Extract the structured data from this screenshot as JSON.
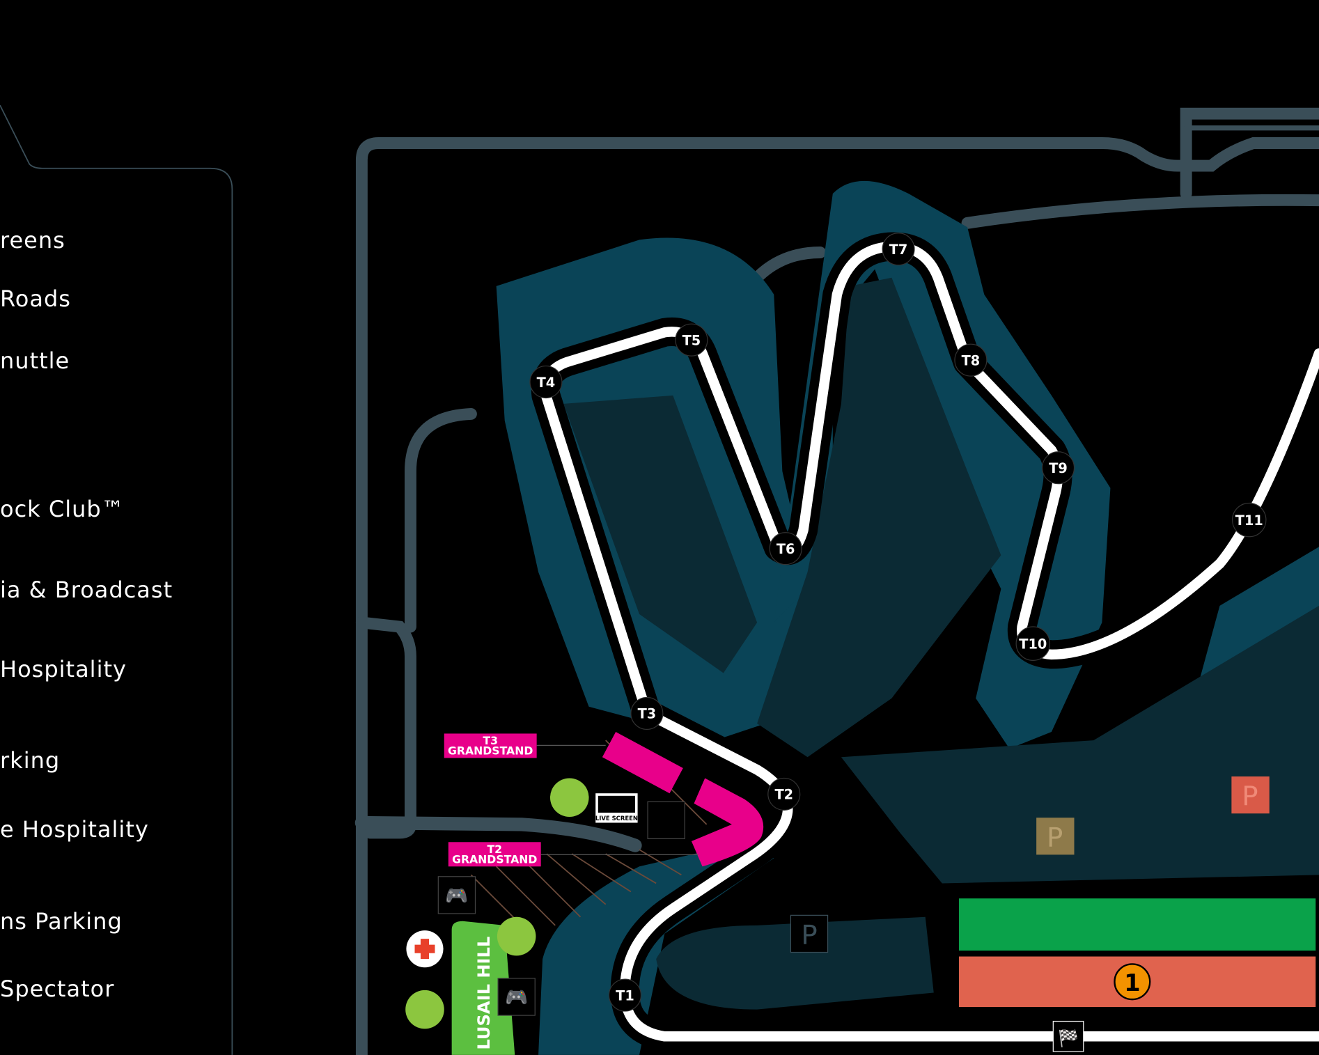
{
  "legend": {
    "items": [
      {
        "label": "reens"
      },
      {
        "label": "Roads"
      },
      {
        "label": "nuttle"
      },
      {
        "label": "ock Club™"
      },
      {
        "label": "ia & Broadcast"
      },
      {
        "label": "Hospitality"
      },
      {
        "label": "rking"
      },
      {
        "label": "e Hospitality"
      },
      {
        "label": "ns Parking"
      },
      {
        "label": "Spectator"
      }
    ]
  },
  "map": {
    "turns": [
      "T1",
      "T2",
      "T3",
      "T4",
      "T5",
      "T6",
      "T7",
      "T8",
      "T9",
      "T10",
      "T11"
    ],
    "grandstands": [
      {
        "line1": "T3",
        "line2": "GRANDSTAND"
      },
      {
        "line1": "T2",
        "line2": "GRANDSTAND"
      }
    ],
    "live_screen": "LIVE SCREEN",
    "hill": "LUSAIL HILL",
    "parking_label": "P",
    "zone_number": "1",
    "colors": {
      "track": "#ffffff",
      "runoff": "#0a4457",
      "road": "#3a4e58",
      "grandstand": "#e8008a",
      "hill": "#5cbf40",
      "zone_green": "#0aa24a",
      "zone_red": "#e0634e",
      "badge": "#f39200"
    }
  }
}
